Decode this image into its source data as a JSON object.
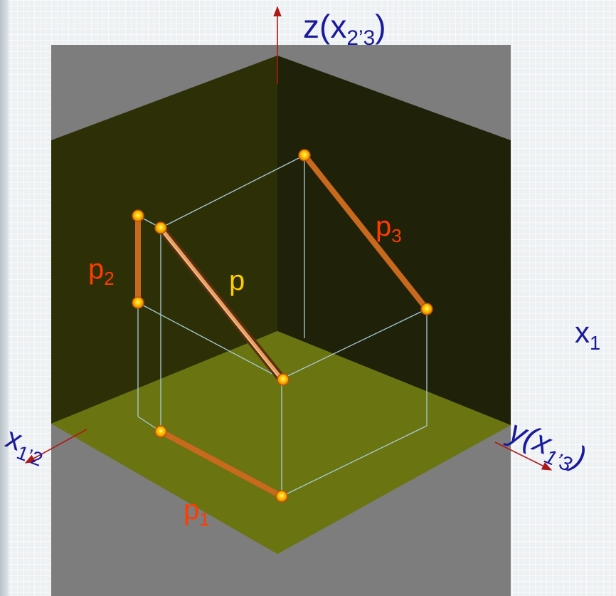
{
  "axes": {
    "z": {
      "main": "z(x",
      "sub": "2’3",
      "close": ")"
    },
    "x": {
      "main": "x",
      "sub": "1’2"
    },
    "y": {
      "main": "y(x",
      "sub": "1’3",
      "close": ")"
    },
    "x13": {
      "main": "x",
      "sub": "1"
    }
  },
  "segments": {
    "p": {
      "main": "p"
    },
    "p1": {
      "main": "p",
      "sub": "1"
    },
    "p2": {
      "main": "p",
      "sub": "2"
    },
    "p3": {
      "main": "p",
      "sub": "3"
    }
  },
  "colors": {
    "projection": "#c8691e",
    "point_fill": "#ffb000",
    "line_p_label": "#ffcc00",
    "projection_label": "#ff3c00",
    "axis_label": "#1a1a9c",
    "axis_line": "#b01818",
    "box_edge": "#a8ccd8",
    "back_wall": "#2d2f06",
    "side_wall": "#1f2108",
    "floor": "#6a7410",
    "frame": "#7d7d7d"
  }
}
